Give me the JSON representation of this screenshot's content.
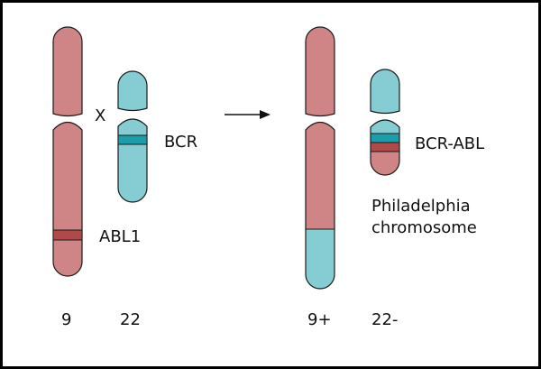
{
  "colors": {
    "chr9": "#cf8585",
    "chr22": "#86cdd3",
    "abl_band": "#b04a4a",
    "bcr_band": "#1a9eaa",
    "outline": "#1a1a1a",
    "arrow": "#111111"
  },
  "labels": {
    "operator_x": "X",
    "bcr": "BCR",
    "abl1": "ABL1",
    "bcr_abl": "BCR-ABL",
    "philadelphia_line1": "Philadelphia",
    "philadelphia_line2": "chromosome"
  },
  "chromosome_labels": {
    "chr9": "9",
    "chr22": "22",
    "chr9_plus": "9+",
    "chr22_minus": "22-"
  },
  "arrow": {
    "direction": "right",
    "icon": "arrow-right-icon"
  }
}
